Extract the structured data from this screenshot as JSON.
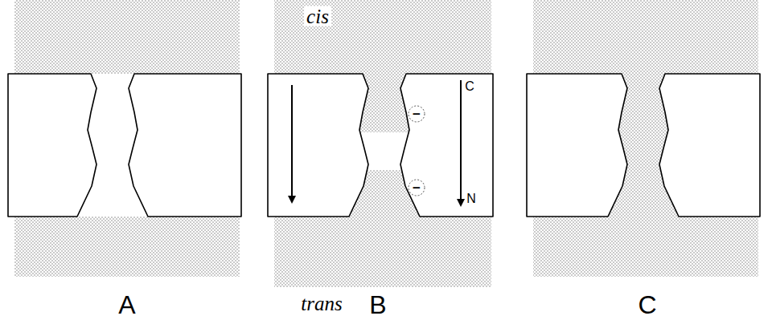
{
  "diagram": {
    "labels": [
      "cis",
      "C",
      "N",
      "−",
      "−",
      "trans",
      "A",
      "B",
      "C"
    ]
  }
}
